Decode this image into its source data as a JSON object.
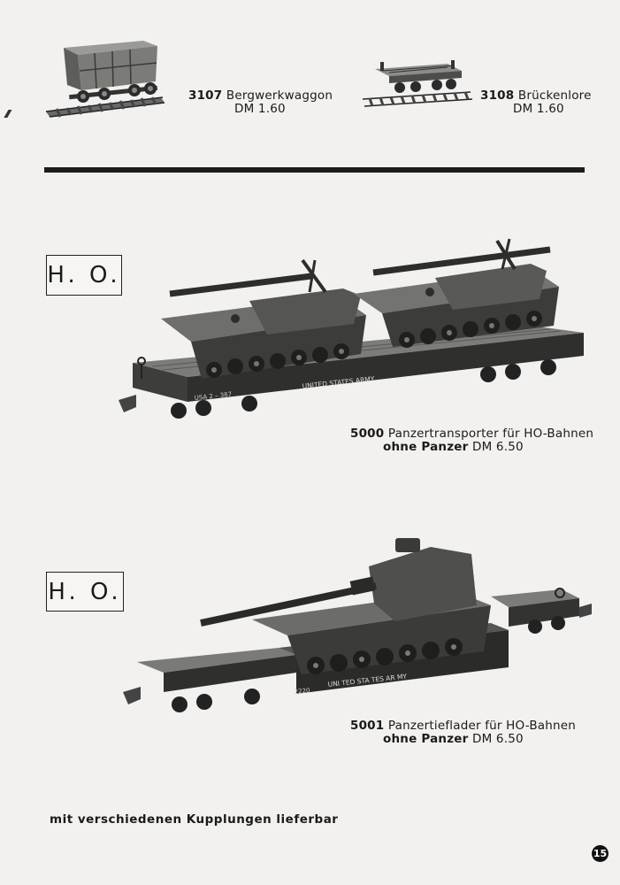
{
  "items": [
    {
      "number": "3107",
      "name": "Bergwerkwaggon",
      "price": "DM 1.60"
    },
    {
      "number": "3108",
      "name": "Brückenlore",
      "price": "DM 1.60"
    },
    {
      "number": "5000",
      "name": "Panzertransporter für HO-Bahnen",
      "note": "ohne Panzer",
      "price": "DM 6.50"
    },
    {
      "number": "5001",
      "name": "Panzertieflader für HO-Bahnen",
      "note": "ohne Panzer",
      "price": "DM 6.50"
    }
  ],
  "scale_badges": [
    "H. O.",
    "H. O."
  ],
  "model_markings": {
    "transporter_side": "UNITED STATES ARMY",
    "transporter_number": "USA 2 – 387",
    "lowloader_side": "UNI TED   STA TES   AR MY",
    "lowloader_number": "2220"
  },
  "footer_note": "mit verschiedenen Kupplungen lieferbar",
  "page_number": "15"
}
